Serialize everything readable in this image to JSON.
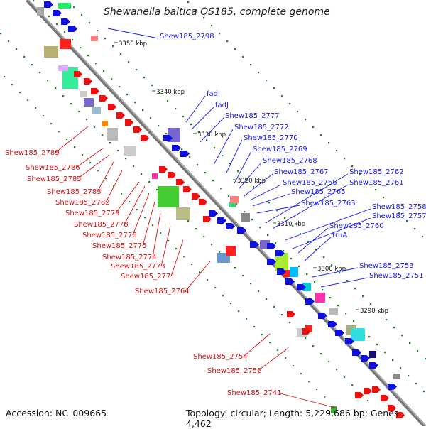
{
  "title": "Shewanella baltica OS185, complete genome",
  "accession": "Accession: NC_009665",
  "summary": "Topology: circular; Length: 5,229,686 bp; Genes: 4,462",
  "colors": {
    "right_label": "#1a1aff",
    "left_label": "#e01010",
    "backbone": "#777777",
    "tick": "#228822"
  },
  "ticks": [
    "3350 kbp",
    "3340 kbp",
    "3330 kbp",
    "3320 kbp",
    "3310 kbp",
    "3300 kbp",
    "3290 kbp"
  ],
  "right_labels": [
    "Shew185_2798",
    "fadI",
    "fadJ",
    "Shew185_2777",
    "Shew185_2772",
    "Shew185_2770",
    "Shew185_2769",
    "Shew185_2768",
    "Shew185_2767",
    "Shew185_2766",
    "Shew185_2765",
    "Shew185_2763",
    "Shew185_2762",
    "Shew185_2761",
    "Shew185_2758",
    "Shew185_2757",
    "Shew185_2760",
    "truA",
    "Shew185_2753",
    "Shew185_2751"
  ],
  "left_labels": [
    "Shew185_2789",
    "Shew185_2786",
    "Shew185_2785",
    "Shew185_2783",
    "Shew185_2782",
    "Shew185_2779",
    "Shew185_2778",
    "Shew185_2776",
    "Shew185_2775",
    "Shew185_2774",
    "Shew185_2773",
    "Shew185_2771",
    "Shew185_2764",
    "Shew185_2754",
    "Shew185_2752",
    "Shew185_2741"
  ]
}
